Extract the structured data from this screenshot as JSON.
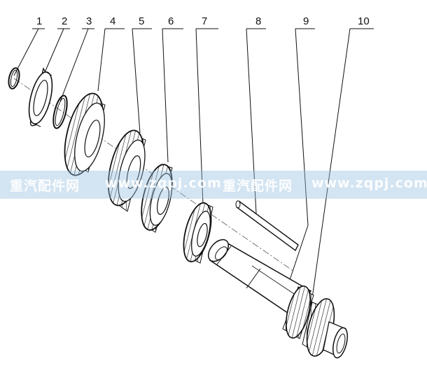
{
  "callouts": [
    "1",
    "2",
    "3",
    "4",
    "5",
    "6",
    "7",
    "8",
    "9",
    "10"
  ],
  "watermark": {
    "left_brand": "重汽配件网",
    "left_url": "www.zqpj.com",
    "right_brand": "重汽配件网",
    "right_url": "www.zqpj.com",
    "band_color": "#96bee1"
  },
  "icons": [
    "snap-ring-icon",
    "bearing-icon",
    "gear-icon",
    "shaft-icon",
    "key-icon"
  ]
}
